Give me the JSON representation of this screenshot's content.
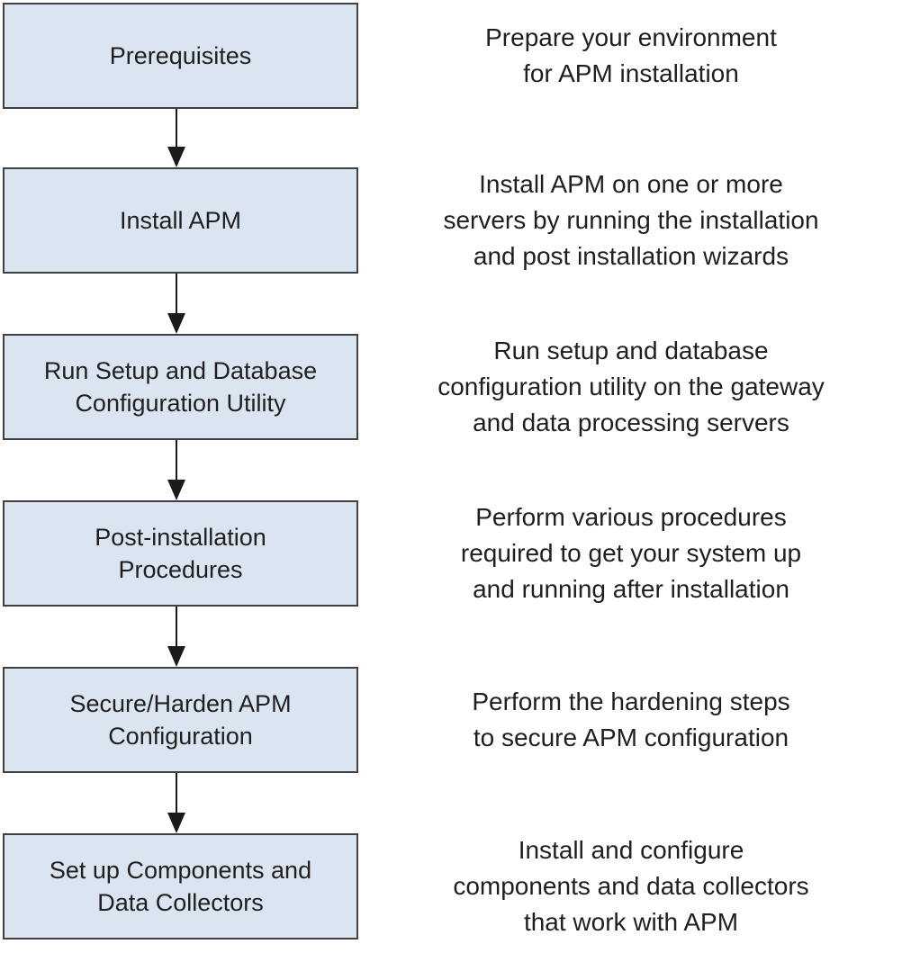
{
  "colors": {
    "box_fill": "#dbe5f1",
    "box_border": "#404040",
    "arrow": "#1a1a1a",
    "text": "#1f1f1f",
    "background": "#ffffff"
  },
  "steps": [
    {
      "box_label": [
        "Prerequisites"
      ],
      "description": [
        "Prepare your environment",
        "for APM installation"
      ]
    },
    {
      "box_label": [
        "Install APM"
      ],
      "description": [
        "Install APM on one or more",
        "servers by running the installation",
        "and post installation wizards"
      ]
    },
    {
      "box_label": [
        "Run Setup and Database",
        "Configuration Utility"
      ],
      "description": [
        "Run setup and database",
        "configuration utility on the gateway",
        "and data processing servers"
      ]
    },
    {
      "box_label": [
        "Post-installation",
        "Procedures"
      ],
      "description": [
        "Perform various procedures",
        "required to get your system up",
        "and running after installation"
      ]
    },
    {
      "box_label": [
        "Secure/Harden APM",
        "Configuration"
      ],
      "description": [
        "Perform the hardening steps",
        "to secure APM configuration"
      ]
    },
    {
      "box_label": [
        "Set up Components and",
        "Data Collectors"
      ],
      "description": [
        "Install and configure",
        "components and data collectors",
        "that work with APM"
      ]
    }
  ]
}
